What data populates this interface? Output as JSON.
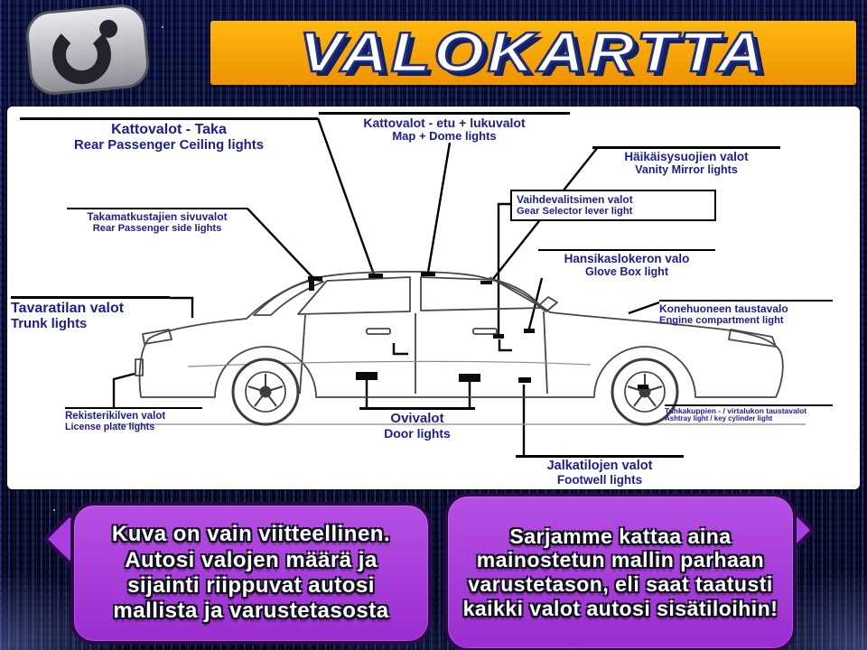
{
  "banner": {
    "title": "VALOKARTTA"
  },
  "diagram": {
    "labels": {
      "rear_ceiling": {
        "fi": "Kattovalot - Taka",
        "en": "Rear Passenger Ceiling lights"
      },
      "map_dome": {
        "fi": "Kattovalot - etu + lukuvalot",
        "en": "Map + Dome lights"
      },
      "vanity": {
        "fi": "Häikäisysuojien valot",
        "en": "Vanity Mirror lights"
      },
      "gear": {
        "fi": "Vaihdevalitsimen valot",
        "en": "Gear Selector lever light"
      },
      "rear_side": {
        "fi": "Takamatkustajien sivuvalot",
        "en": "Rear Passenger side lights"
      },
      "glove": {
        "fi": "Hansikaslokeron valo",
        "en": "Glove Box light"
      },
      "trunk": {
        "fi": "Tavaratilan valot",
        "en": "Trunk lights"
      },
      "engine": {
        "fi": "Konehuoneen taustavalo",
        "en": "Engine compartment light"
      },
      "plate": {
        "fi": "Rekisterikilven valot",
        "en": "License plate lights"
      },
      "door": {
        "fi": "Ovivalot",
        "en": "Door lights"
      },
      "footwell": {
        "fi": "Jalkatilojen valot",
        "en": "Footwell lights"
      },
      "ashtray": {
        "fi": "Tuhkakuppien - / virtalukon taustavalot",
        "en": "Ashtray light / key cylinder light"
      }
    }
  },
  "bubbles": {
    "left": "Kuva on vain viitteellinen. Autosi valojen määrä ja sijainti riippuvat autosi mallista ja varustetasosta",
    "right": "Sarjamme kattaa aina mainostetun mallin parhaan varustetason, eli saat taatusti kaikki valot autosi sisätiloihin!"
  },
  "colors": {
    "banner_bg": "#f7a600",
    "label_text": "#1c1c96",
    "bubble_bg": "#a93fe0",
    "background": "#070b28"
  }
}
